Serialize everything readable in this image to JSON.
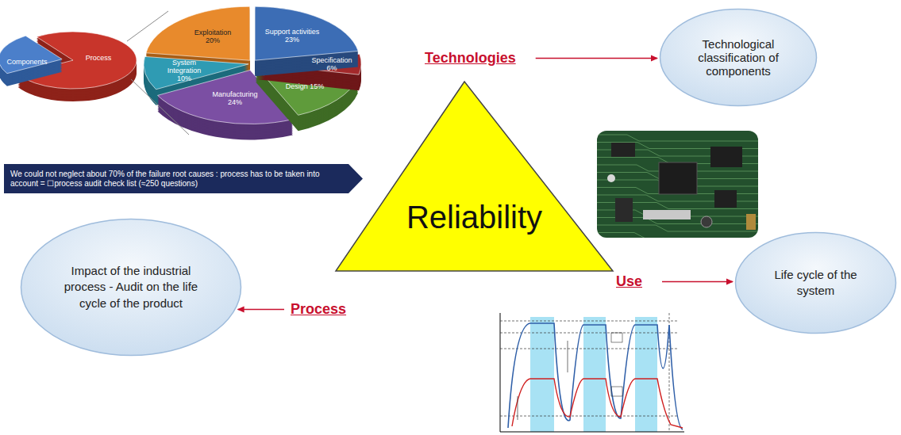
{
  "diagram": {
    "nodes": [
      {
        "text": [
          "Technologies"
        ]
      },
      {
        "text": [
          "Technological classification of components"
        ]
      },
      {
        "text": [
          "We could not neglect about 70% of the failure root causes : process has to be taken into account = ☐process audit check list (≈250 questions)"
        ]
      },
      {
        "text": [
          "Reliability"
        ]
      },
      {
        "text": [
          "Impact of the industrial process - Audit on the life cycle of the product"
        ]
      },
      {
        "text": [
          "Process"
        ]
      },
      {
        "text": [
          "Use"
        ]
      },
      {
        "text": [
          "Life cycle of the system"
        ]
      }
    ],
    "edges": [
      {
        "from": 0,
        "to": 1,
        "arrow": "to"
      },
      {
        "from": 5,
        "to": 4,
        "arrow": "to"
      },
      {
        "from": 6,
        "to": 7,
        "arrow": "to"
      }
    ],
    "labels": [
      "Components",
      "Process",
      "Exploitation 20%",
      "Support activities 23%",
      "Specification 6%",
      "Design 15%",
      "Manufacturing 24%",
      "System Integration 10%"
    ]
  }
}
